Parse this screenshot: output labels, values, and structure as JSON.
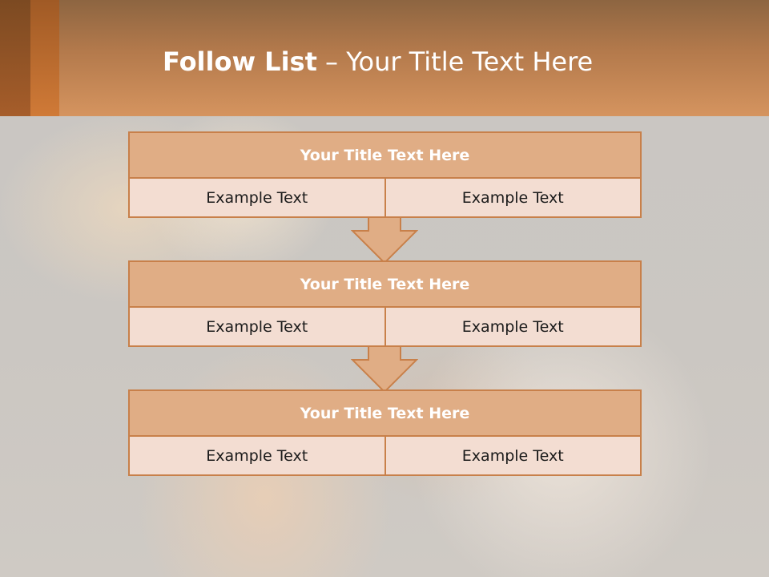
{
  "slide": {
    "title_bold": "Follow List",
    "title_rest": " – Your Title Text Here"
  },
  "steps": [
    {
      "title": "Your Title Text Here",
      "left": "Example Text",
      "right": "Example Text"
    },
    {
      "title": "Your Title Text Here",
      "left": "Example Text",
      "right": "Example Text"
    },
    {
      "title": "Your Title Text Here",
      "left": "Example Text",
      "right": "Example Text"
    }
  ],
  "colors": {
    "header_accent": "#d5945f",
    "box_border": "#c8804a",
    "box_title_fill": "#e0ad85",
    "box_cell_fill": "#f3ddd2"
  }
}
